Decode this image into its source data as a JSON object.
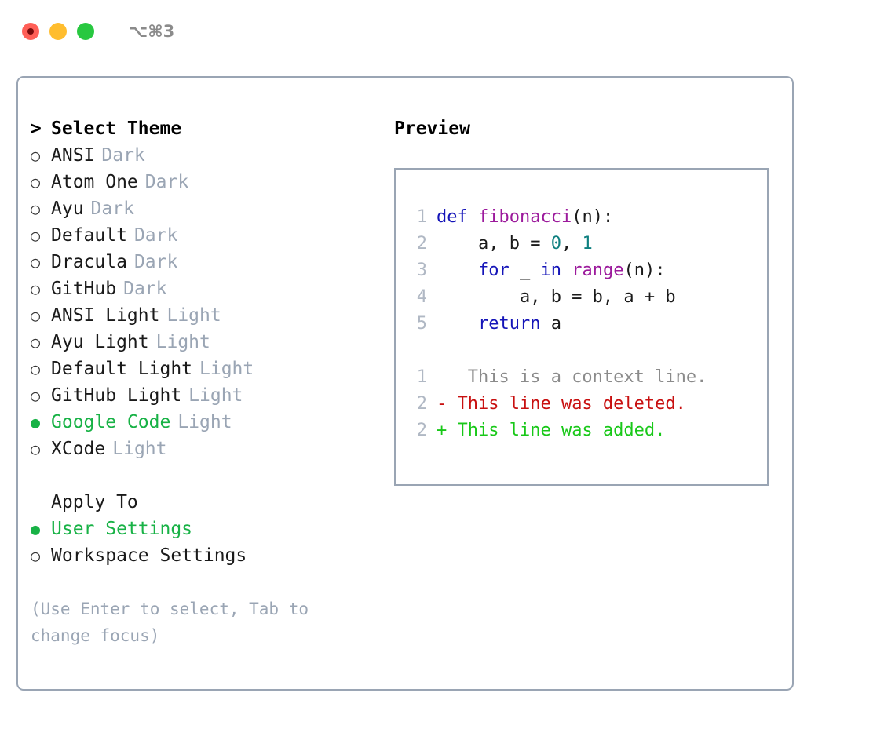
{
  "titlebar": {
    "shortcut": "⌥⌘3",
    "lights": [
      {
        "name": "close",
        "color": "#ff5f57"
      },
      {
        "name": "minimize",
        "color": "#ffbd2e"
      },
      {
        "name": "maximize",
        "color": "#28c840"
      }
    ]
  },
  "theme_list": {
    "header_caret": ">",
    "header_label": "Select Theme",
    "marker_selected": "●",
    "marker_unselected": "○",
    "items": [
      {
        "marker": "○",
        "label": "ANSI",
        "tag": "Dark",
        "selected": false
      },
      {
        "marker": "○",
        "label": "Atom One",
        "tag": "Dark",
        "selected": false
      },
      {
        "marker": "○",
        "label": "Ayu",
        "tag": "Dark",
        "selected": false
      },
      {
        "marker": "○",
        "label": "Default",
        "tag": "Dark",
        "selected": false
      },
      {
        "marker": "○",
        "label": "Dracula",
        "tag": "Dark",
        "selected": false
      },
      {
        "marker": "○",
        "label": "GitHub",
        "tag": "Dark",
        "selected": false
      },
      {
        "marker": "○",
        "label": "ANSI Light",
        "tag": "Light",
        "selected": false
      },
      {
        "marker": "○",
        "label": "Ayu Light",
        "tag": "Light",
        "selected": false
      },
      {
        "marker": "○",
        "label": "Default Light",
        "tag": "Light",
        "selected": false
      },
      {
        "marker": "○",
        "label": "GitHub Light",
        "tag": "Light",
        "selected": false
      },
      {
        "marker": "●",
        "label": "Google Code",
        "tag": "Light",
        "selected": true
      },
      {
        "marker": "○",
        "label": "XCode",
        "tag": "Light",
        "selected": false
      }
    ]
  },
  "apply_to": {
    "title": "Apply To",
    "items": [
      {
        "marker": "●",
        "label": "User Settings",
        "selected": true
      },
      {
        "marker": "○",
        "label": "Workspace Settings",
        "selected": false
      }
    ]
  },
  "hint": "(Use Enter to select, Tab to change focus)",
  "preview": {
    "title": "Preview",
    "code_lines": [
      {
        "n": "1",
        "tokens": [
          {
            "t": "def ",
            "c": "tok-kw"
          },
          {
            "t": "fibonacci",
            "c": "tok-fn"
          },
          {
            "t": "(n):",
            "c": "tok-pln"
          }
        ]
      },
      {
        "n": "2",
        "tokens": [
          {
            "t": "    a, b = ",
            "c": "tok-pln"
          },
          {
            "t": "0",
            "c": "tok-num"
          },
          {
            "t": ", ",
            "c": "tok-pln"
          },
          {
            "t": "1",
            "c": "tok-num"
          }
        ]
      },
      {
        "n": "3",
        "tokens": [
          {
            "t": "    ",
            "c": "tok-pln"
          },
          {
            "t": "for",
            "c": "tok-kw"
          },
          {
            "t": " _ ",
            "c": "tok-pln"
          },
          {
            "t": "in ",
            "c": "tok-kw"
          },
          {
            "t": "range",
            "c": "tok-fn"
          },
          {
            "t": "(n):",
            "c": "tok-pln"
          }
        ]
      },
      {
        "n": "4",
        "tokens": [
          {
            "t": "        a, b = b, a + b",
            "c": "tok-pln"
          }
        ]
      },
      {
        "n": "5",
        "tokens": [
          {
            "t": "    ",
            "c": "tok-pln"
          },
          {
            "t": "return",
            "c": "tok-kw"
          },
          {
            "t": " a",
            "c": "tok-pln"
          }
        ]
      }
    ],
    "diff_lines": [
      {
        "n": "1",
        "marker": " ",
        "text": "  This is a context line.",
        "kind": "diff-ctx"
      },
      {
        "n": "2",
        "marker": "-",
        "text": " This line was deleted.",
        "kind": "diff-del"
      },
      {
        "n": "2",
        "marker": "+",
        "text": " This line was added.",
        "kind": "diff-add"
      }
    ]
  },
  "colors": {
    "accent_green": "#18b246",
    "muted": "#9aa5b4",
    "border": "#9aa5b4",
    "keyword": "#1414b8",
    "function": "#9c1a9c",
    "number": "#0f8080",
    "diff_add": "#18c818",
    "diff_del": "#c81010"
  }
}
